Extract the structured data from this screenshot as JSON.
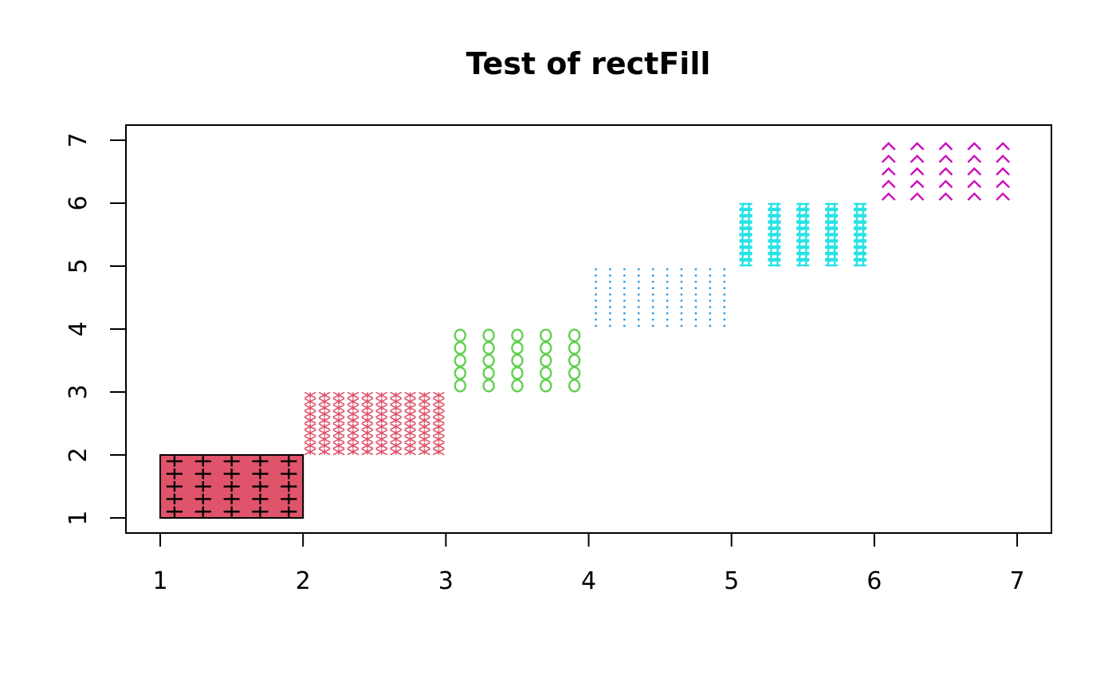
{
  "chart_data": {
    "type": "scatter",
    "title": "Test of rectFill",
    "xlabel": "",
    "ylabel": "",
    "xlim": [
      0.76,
      7.24
    ],
    "ylim": [
      0.76,
      7.24
    ],
    "x_ticks": [
      "1",
      "2",
      "3",
      "4",
      "5",
      "6",
      "7"
    ],
    "y_ticks": [
      "1",
      "2",
      "3",
      "4",
      "5",
      "6",
      "7"
    ],
    "grid": false,
    "rects": [
      {
        "x0": 1,
        "y0": 1,
        "x1": 2,
        "y1": 2,
        "pch": "+",
        "color": "#000000",
        "bg": "#DF536B",
        "border": true,
        "nx": 5,
        "ny": 5
      },
      {
        "x0": 2,
        "y0": 2,
        "x1": 3,
        "y1": 3,
        "pch": "*",
        "color": "#DF536B",
        "bg": null,
        "border": false,
        "nx": 10,
        "ny": 10
      },
      {
        "x0": 3,
        "y0": 3,
        "x1": 4,
        "y1": 4,
        "pch": "O",
        "color": "#61D04F",
        "bg": null,
        "border": false,
        "nx": 5,
        "ny": 5
      },
      {
        "x0": 4,
        "y0": 4,
        "x1": 5,
        "y1": 5,
        "pch": ".",
        "color": "#2297E6",
        "bg": null,
        "border": false,
        "nx": 10,
        "ny": 10
      },
      {
        "x0": 5,
        "y0": 5,
        "x1": 6,
        "y1": 6,
        "pch": "#",
        "color": "#28E2E5",
        "bg": null,
        "border": false,
        "nx": 5,
        "ny": 10
      },
      {
        "x0": 6,
        "y0": 6,
        "x1": 7,
        "y1": 7,
        "pch": "^",
        "color": "#CD0BBC",
        "bg": null,
        "border": false,
        "nx": 5,
        "ny": 5
      }
    ]
  }
}
